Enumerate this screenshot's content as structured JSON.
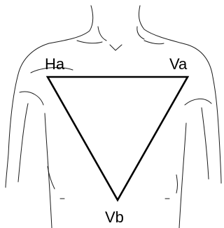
{
  "leads": {
    "left": "Ha",
    "right": "Va",
    "bottom": "Vb"
  }
}
